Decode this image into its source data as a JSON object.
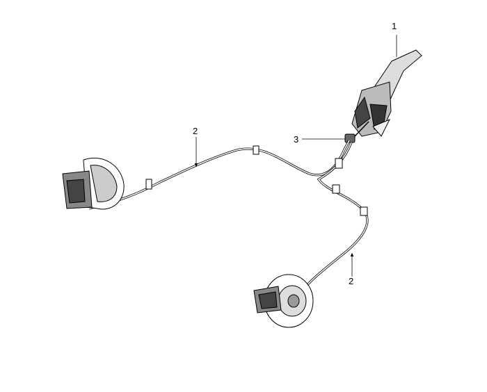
{
  "diagram": {
    "callouts": [
      {
        "id": "lever",
        "label": "1"
      },
      {
        "id": "cable-left",
        "label": "2"
      },
      {
        "id": "equalizer",
        "label": "3"
      },
      {
        "id": "cable-right",
        "label": "2"
      }
    ]
  }
}
